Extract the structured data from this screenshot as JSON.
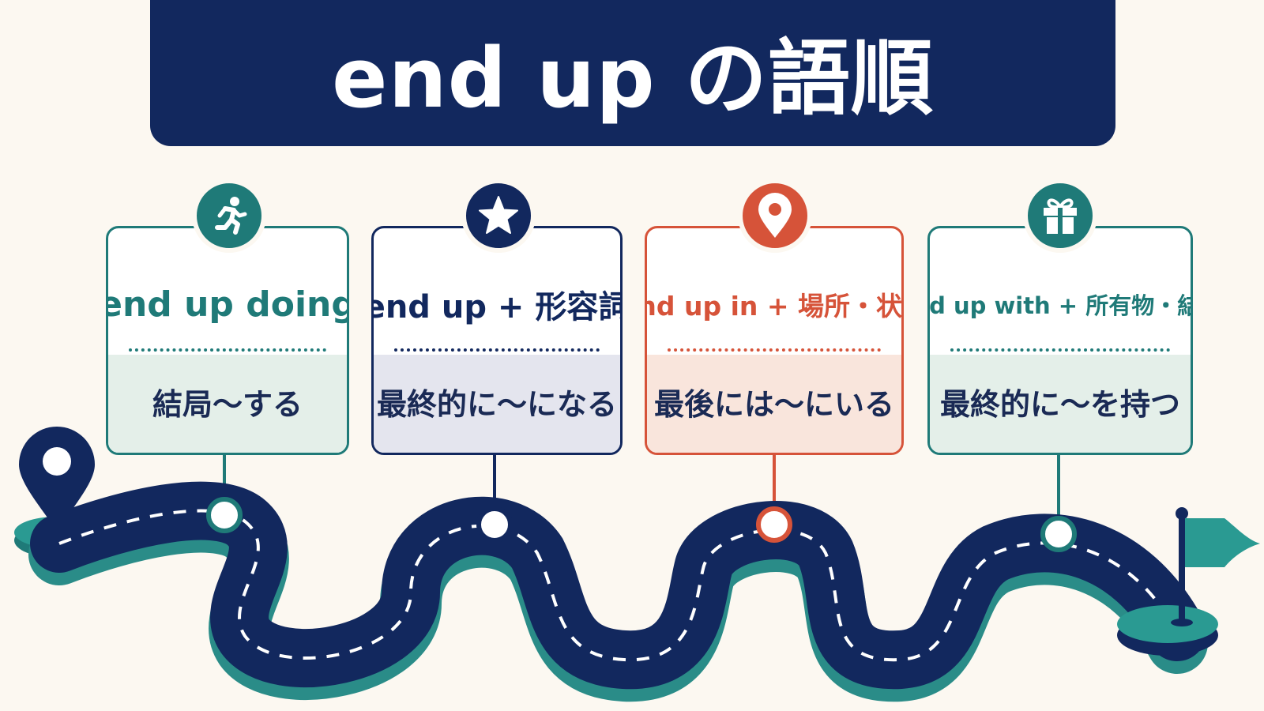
{
  "title": {
    "text": "end up の語順"
  },
  "cards": [
    {
      "pattern": "end up doing",
      "meaning": "結局〜する",
      "icon": "running-person-icon",
      "color": "#1f7a78"
    },
    {
      "pattern": "end up + 形容詞",
      "meaning": "最終的に〜になる",
      "icon": "star-icon",
      "color": "#12285e"
    },
    {
      "pattern": "end up in + 場所・状況",
      "meaning": "最後には〜にいる",
      "icon": "location-pin-icon",
      "color": "#d65339"
    },
    {
      "pattern": "end up with + 所有物・結果",
      "meaning": "最終的に〜を持つ",
      "icon": "gift-icon",
      "color": "#1f7a78"
    }
  ],
  "road": {
    "start_icon": "start-pin-icon",
    "end_icon": "finish-flag-icon",
    "road_color": "#12285e",
    "edge_color": "#2a8c88"
  }
}
